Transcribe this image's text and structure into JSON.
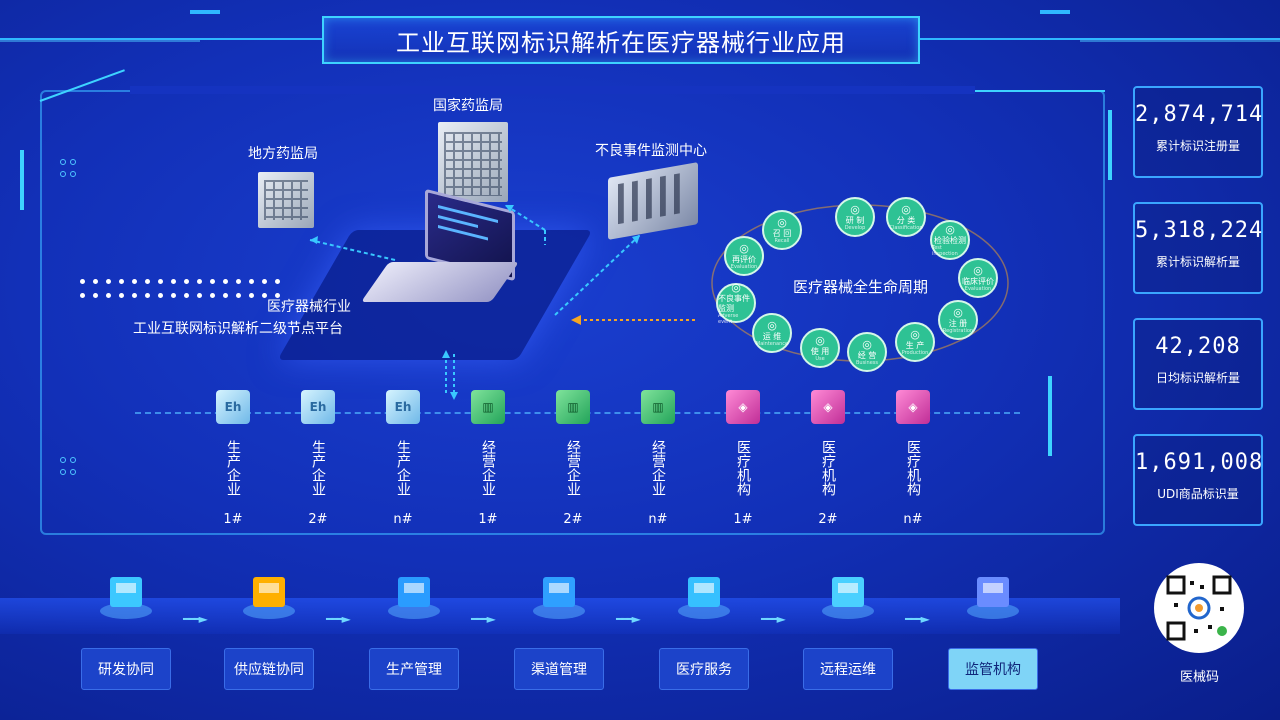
{
  "title": "工业互联网标识解析在医疗器械行业应用",
  "map": {
    "local_fda": "地方药监局",
    "national_fda": "国家药监局",
    "adverse_center": "不良事件监测中心",
    "platform_line1": "医疗器械行业",
    "platform_line2": "工业互联网标识解析二级节点平台",
    "lifecycle_title": "医疗器械全生命周期"
  },
  "lifecycle": [
    {
      "label": "研 制",
      "sub": "Develop"
    },
    {
      "label": "分 类",
      "sub": "Classification"
    },
    {
      "label": "检验检测",
      "sub": "Test inspection"
    },
    {
      "label": "临床评价",
      "sub": "Evaluation"
    },
    {
      "label": "注 册",
      "sub": "Registration"
    },
    {
      "label": "生 产",
      "sub": "Production"
    },
    {
      "label": "经 营",
      "sub": "Business"
    },
    {
      "label": "使 用",
      "sub": "Use"
    },
    {
      "label": "运 维",
      "sub": "Maintenance"
    },
    {
      "label": "不良事件监测",
      "sub": "Adverse event"
    },
    {
      "label": "再评价",
      "sub": "Evaluation"
    },
    {
      "label": "召 回",
      "sub": "Recall"
    }
  ],
  "nodes": [
    {
      "label": "生产企业",
      "num": "1#",
      "kind": "b"
    },
    {
      "label": "生产企业",
      "num": "2#",
      "kind": "b"
    },
    {
      "label": "生产企业",
      "num": "n#",
      "kind": "b"
    },
    {
      "label": "经营企业",
      "num": "1#",
      "kind": "g"
    },
    {
      "label": "经营企业",
      "num": "2#",
      "kind": "g"
    },
    {
      "label": "经营企业",
      "num": "n#",
      "kind": "g"
    },
    {
      "label": "医疗机构",
      "num": "1#",
      "kind": "p"
    },
    {
      "label": "医疗机构",
      "num": "2#",
      "kind": "p"
    },
    {
      "label": "医疗机构",
      "num": "n#",
      "kind": "p"
    }
  ],
  "stats": [
    {
      "value": "2,874,714",
      "label": "累计标识注册量"
    },
    {
      "value": "5,318,224",
      "label": "累计标识解析量"
    },
    {
      "value": "42,208",
      "label": "日均标识解析量"
    },
    {
      "value": "1,691,008",
      "label": "UDI商品标识量"
    }
  ],
  "stages": [
    {
      "label": "研发协同",
      "icon": "research-icon"
    },
    {
      "label": "供应链协同",
      "icon": "supply-chain-icon"
    },
    {
      "label": "生产管理",
      "icon": "production-icon"
    },
    {
      "label": "渠道管理",
      "icon": "truck-icon"
    },
    {
      "label": "医疗服务",
      "icon": "medical-service-icon"
    },
    {
      "label": "远程运维",
      "icon": "remote-maintenance-icon"
    },
    {
      "label": "监管机构",
      "icon": "regulator-building-icon"
    }
  ],
  "qr_label": "医械码",
  "colors": {
    "accent": "#3ed3ff",
    "lifecycle_green": "#2ec294",
    "active_stage": "#7fd4f7"
  }
}
